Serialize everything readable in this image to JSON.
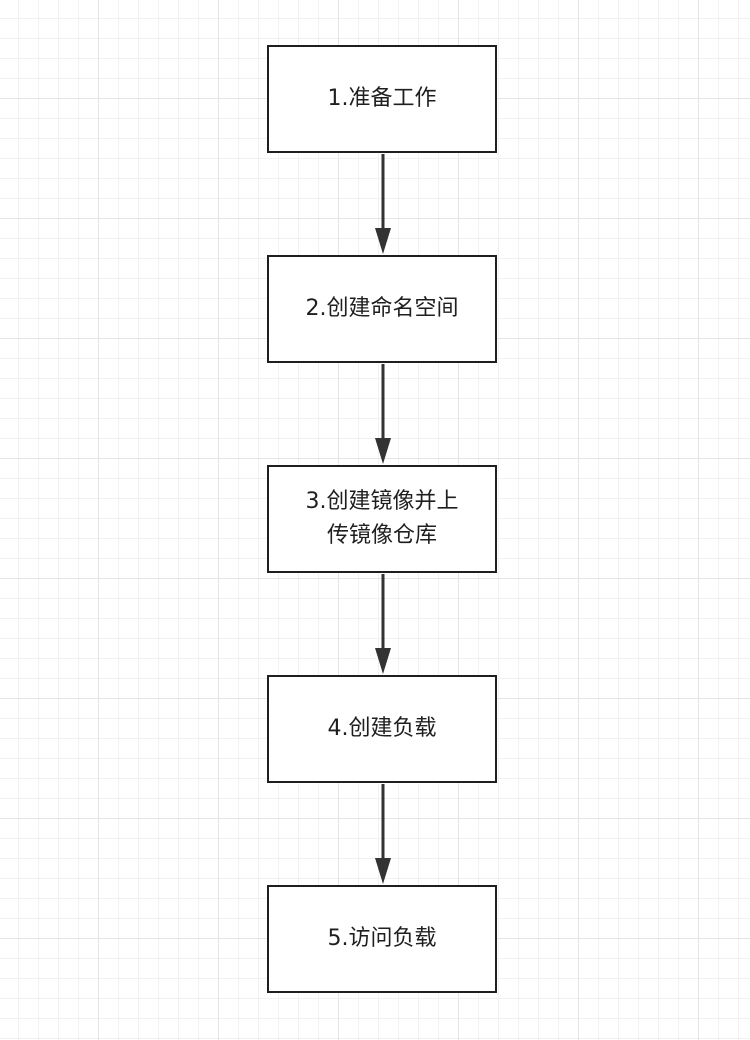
{
  "diagram": {
    "steps": [
      {
        "label": "1.准备工作"
      },
      {
        "label": "2.创建命名空间"
      },
      {
        "label": "3.创建镜像并上\n传镜像仓库"
      },
      {
        "label": "4.创建负载"
      },
      {
        "label": "5.访问负载"
      }
    ]
  }
}
